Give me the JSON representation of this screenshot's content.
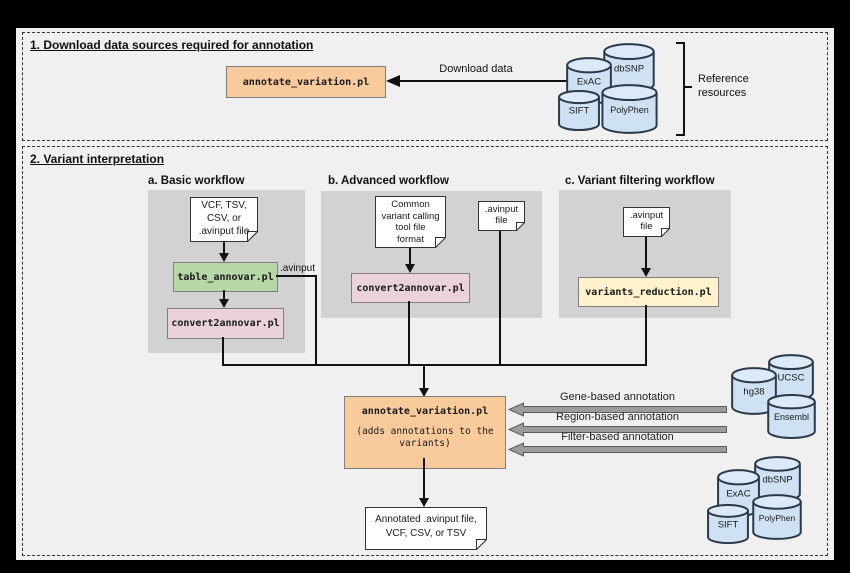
{
  "diagram": {
    "section1": {
      "title": "1. Download data sources required for annotation",
      "tool": "annotate_variation.pl",
      "download_label": "Download data",
      "reference_label_line1": "Reference",
      "reference_label_line2": "resources",
      "db_exac": "ExAC",
      "db_dbsnp": "dbSNP",
      "db_sift": "SIFT",
      "db_polyphen": "PolyPhen"
    },
    "section2": {
      "title": "2. Variant interpretation",
      "basic": {
        "heading": "a. Basic workflow",
        "doc_line1": "VCF, TSV,",
        "doc_line2": "CSV, or",
        "doc_line3": ".avinput file",
        "tool1": "table_annovar.pl",
        "tool2": "convert2annovar.pl",
        "branch_label": ".avinput"
      },
      "advanced": {
        "heading": "b. Advanced workflow",
        "doc_line1": "Common",
        "doc_line2": "variant calling",
        "doc_line3": "tool file",
        "doc_line4": "format",
        "avinput_line1": ".avinput",
        "avinput_line2": "file",
        "tool": "convert2annovar.pl"
      },
      "filtering": {
        "heading": "c. Variant filtering workflow",
        "doc_line1": ".avinput",
        "doc_line2": "file",
        "tool": "variants_reduction.pl"
      },
      "annotator": {
        "tool": "annotate_variation.pl",
        "note_line1": "(adds annotations to the",
        "note_line2": "variants)"
      },
      "annotation_arrows": {
        "gene": "Gene-based annotation",
        "region": "Region-based annotation",
        "filter": "Filter-based annotation"
      },
      "gene_dbs": {
        "ucsc": "UCSC",
        "hg38": "hg38",
        "ensembl": "Ensembl"
      },
      "filter_dbs": {
        "dbsnp": "dbSNP",
        "exac": "ExAC",
        "sift": "SIFT",
        "polyphen": "PolyPhen"
      },
      "output_line1": "Annotated .avinput file,",
      "output_line2": "VCF, CSV, or TSV"
    },
    "colors": {
      "script_orange": "#f9cb9c",
      "script_green": "#b6d7a8",
      "script_pink": "#ead1dc",
      "script_yellow": "#fff2cc",
      "database_blue": "#cfe2f3",
      "panel_gray": "#d2d2d2",
      "annotation_arrow_gray": "#9c9c9c"
    }
  }
}
